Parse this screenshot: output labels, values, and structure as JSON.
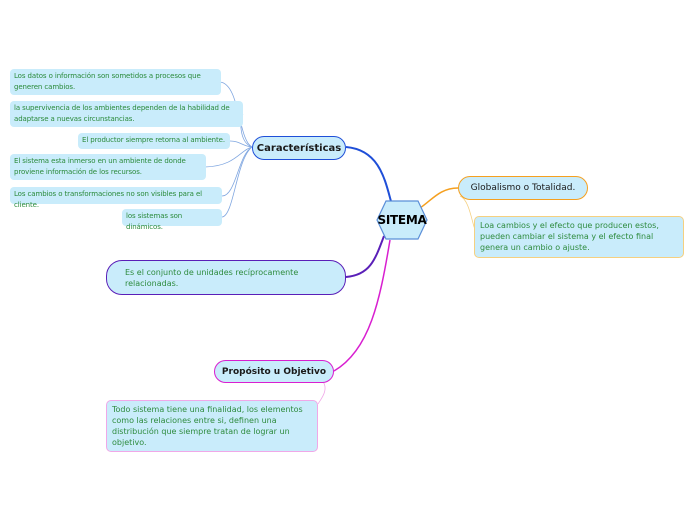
{
  "center": {
    "label": "SITEMA"
  },
  "caracteristicas": {
    "label": "Características",
    "items": [
      "Los datos o información son sometidos a procesos que generen cambios.",
      "la supervivencia de los ambientes dependen de la habilidad de adaptarse a nuevas circunstancias.",
      "El productor siempre retorna al ambiente.",
      "El sistema esta inmerso en un ambiente de donde proviene información de los recursos.",
      "Los cambios o transformaciones no son visibles para el cliente.",
      "los sistemas son dinámicos."
    ]
  },
  "conjunto": {
    "label": "Es el conjunto de unidades recíprocamente relacionadas."
  },
  "proposito": {
    "label": "Propósito u Objetivo",
    "detail": "Todo sistema tiene una finalidad, los elementos como las relaciones entre si, definen una distribución que siempre tratan de lograr un objetivo."
  },
  "globalismo": {
    "label": "Globalismo o Totalidad.",
    "detail": "Loa cambios y el efecto que producen estos, pueden cambiar el sistema y el efecto final genera un cambio o ajuste."
  },
  "colors": {
    "caracteristicas": "#1f4fd8",
    "conjunto": "#5a1fb8",
    "proposito": "#d81fd0",
    "globalismo": "#f5a020",
    "leaf_text": "#2e8b3e",
    "node_fill": "#c9ecfb"
  }
}
